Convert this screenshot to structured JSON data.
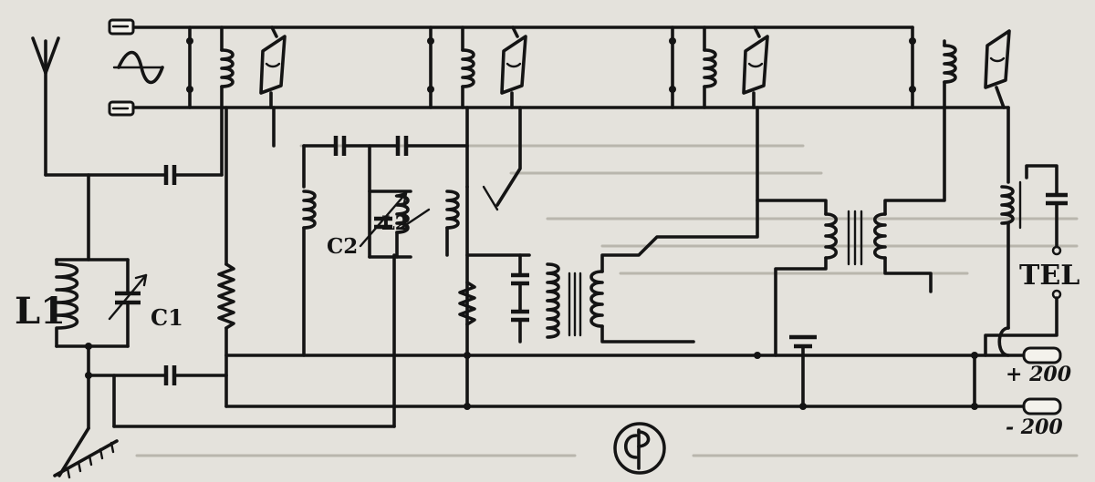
{
  "labels": {
    "l1": "L1",
    "c1": "C1",
    "l2": "L2",
    "c2": "C2",
    "tel": "TEL",
    "plus200": "+ 200",
    "minus200": "- 200"
  },
  "logo_text": "CP",
  "colors": {
    "ink": "#141414",
    "paper": "#e4e2dc"
  }
}
